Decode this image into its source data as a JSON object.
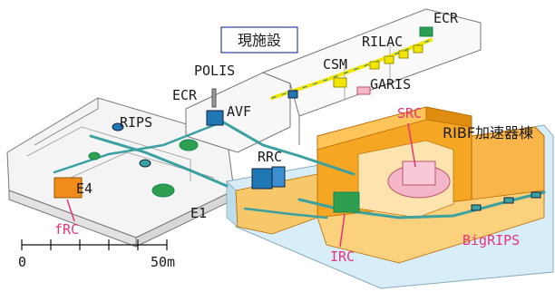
{
  "title_box": "現施設",
  "building_label": "RIBF加速器棟",
  "labels": {
    "ecr_top": "ECR",
    "rilac": "RILAC",
    "csm": "CSM",
    "garis": "GARIS",
    "polis": "POLIS",
    "ecr_left": "ECR",
    "avf": "AVF",
    "rips": "RIPS",
    "rrc": "RRC",
    "src": "SRC",
    "e4": "E4",
    "e1": "E1",
    "frc": "fRC",
    "irc": "IRC",
    "bigrips": "BigRIPS"
  },
  "scale": {
    "start": "0",
    "end": "50m"
  },
  "colors": {
    "existing_floor": "#f2f2f2",
    "new_building": "#f5a623",
    "new_floor": "#cfe9f5",
    "new_label": "#e8327a",
    "magnet_green": "#2e9e4f",
    "magnet_blue": "#1f77b4",
    "beam_yellow": "#f2e600",
    "src_pink": "#f4b6c9"
  }
}
